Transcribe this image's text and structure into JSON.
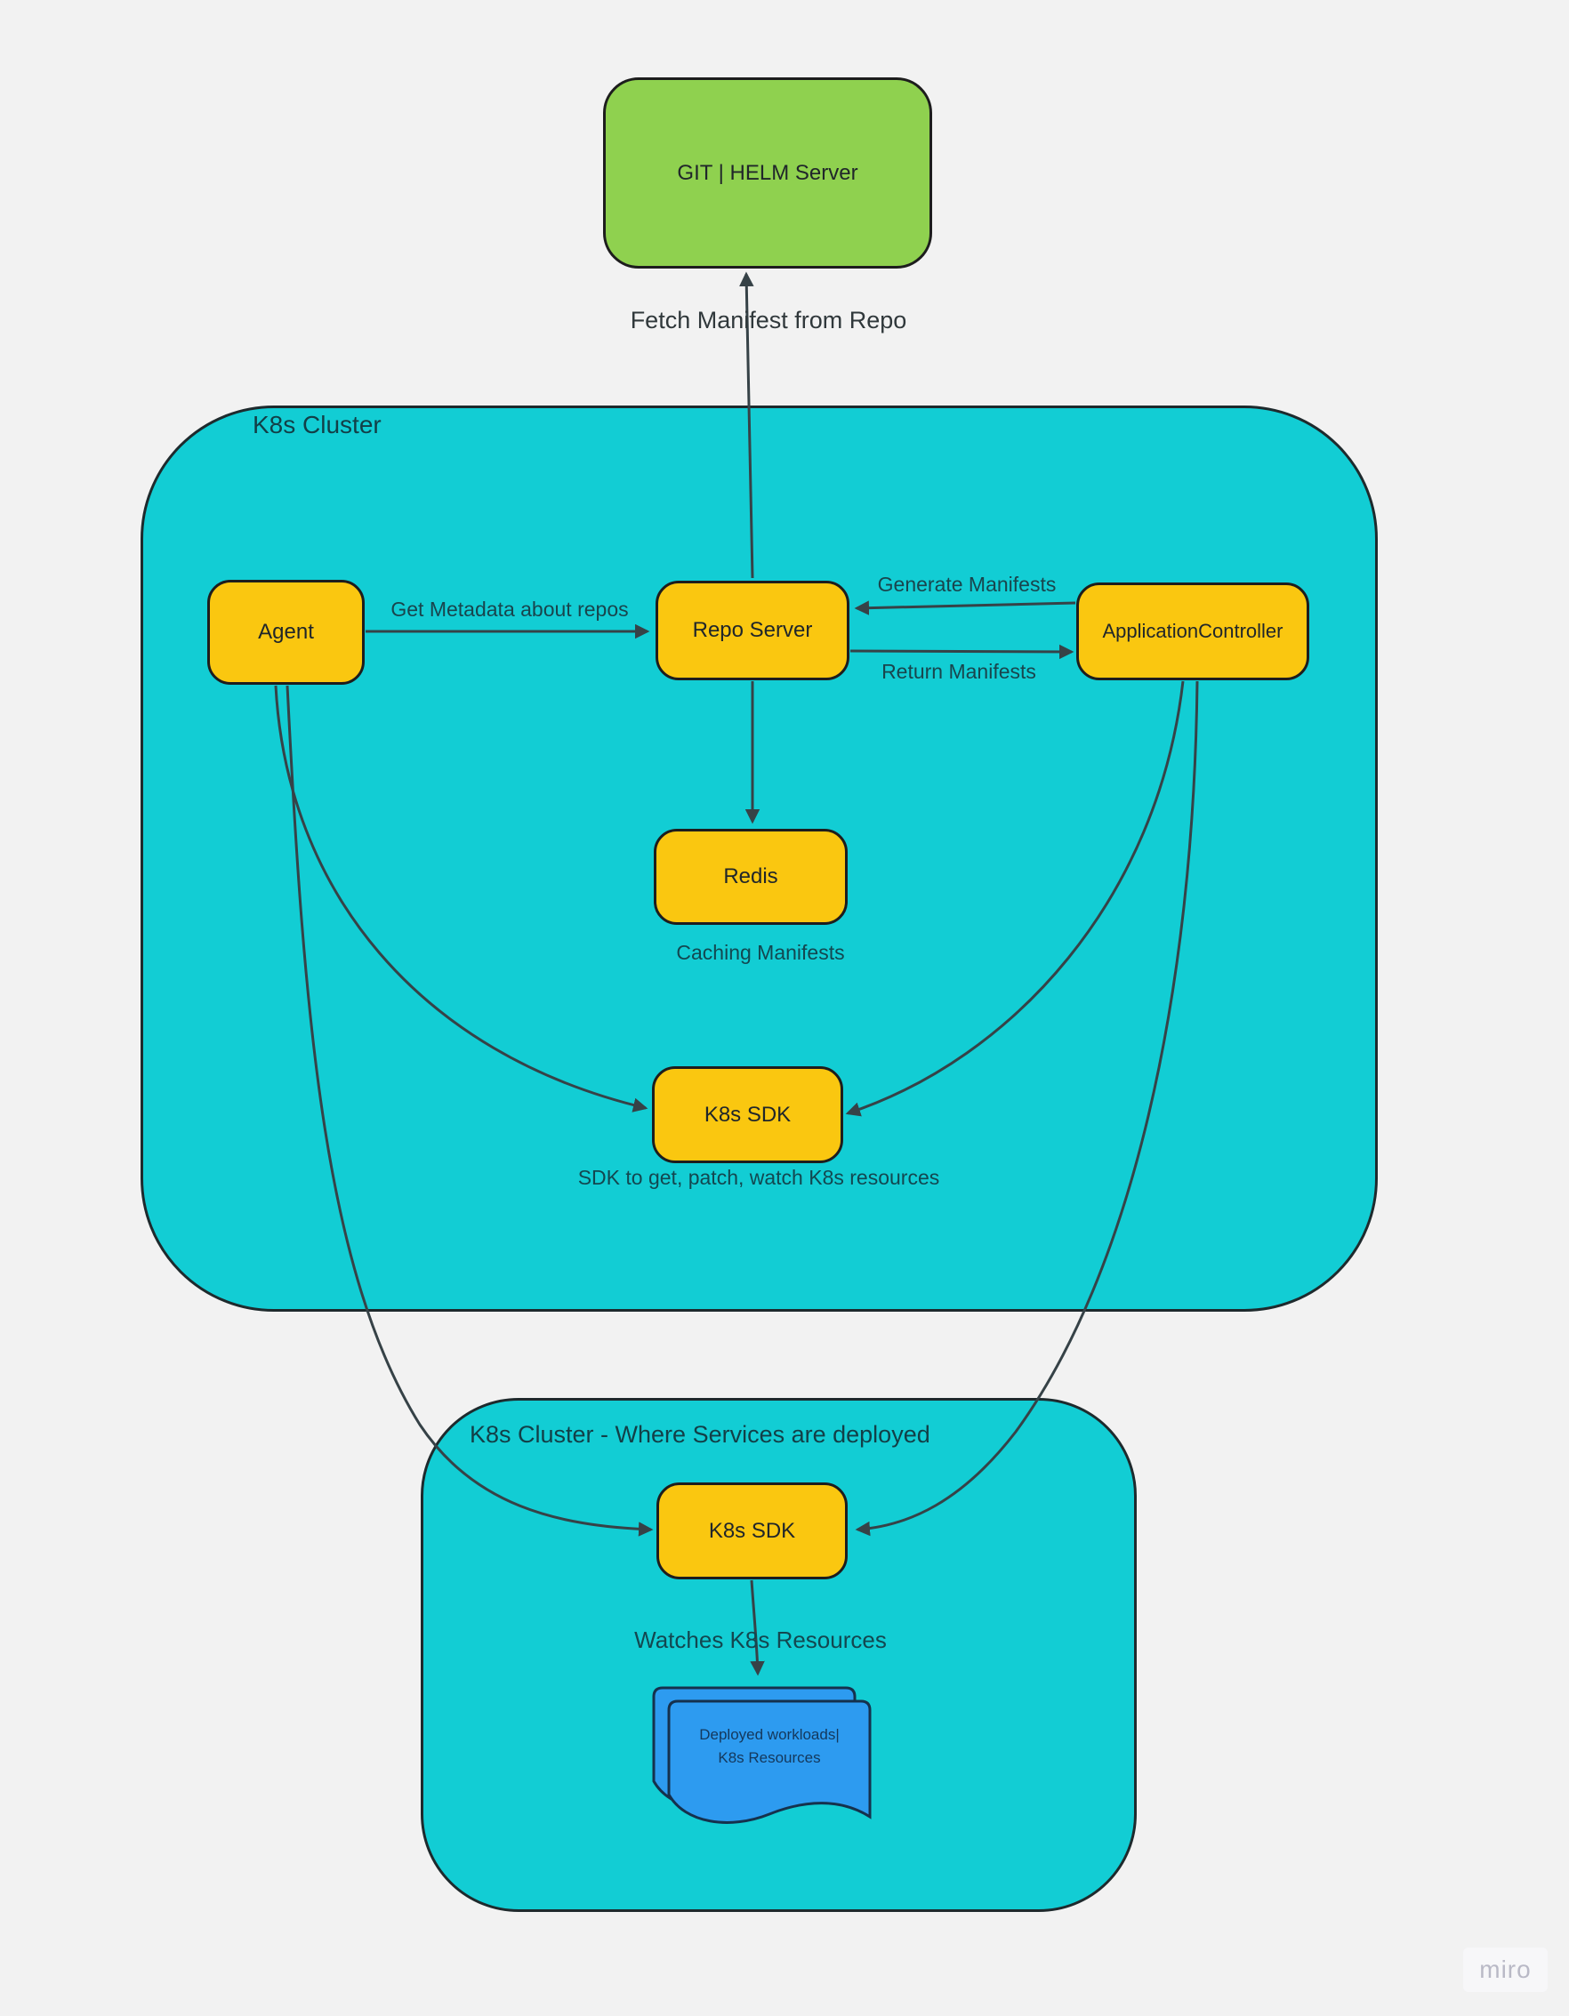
{
  "diagram": {
    "watermark": "miro",
    "colors": {
      "background": "#F2F2F2",
      "cluster_fill": "#12CDD4",
      "node_fill": "#FAC710",
      "git_fill": "#8FD14F",
      "document_fill": "#2D9BF0",
      "stroke": "#364247"
    },
    "clusters": {
      "main": {
        "label": "K8s Cluster"
      },
      "services": {
        "label": "K8s Cluster - Where Services are deployed"
      }
    },
    "nodes": {
      "git": {
        "label": "GIT | HELM Server"
      },
      "agent": {
        "label": "Agent"
      },
      "repo_server": {
        "label": "Repo Server"
      },
      "application_controller": {
        "label": "ApplicationController"
      },
      "redis": {
        "label": "Redis"
      },
      "k8s_sdk_main": {
        "label": "K8s SDK"
      },
      "k8s_sdk_services": {
        "label": "K8s SDK"
      },
      "deployed_workloads": {
        "line1": "Deployed workloads|",
        "line2": "K8s Resources"
      }
    },
    "edge_labels": {
      "fetch_manifest": "Fetch Manifest from Repo",
      "get_metadata": "Get Metadata about repos",
      "generate_manifests": "Generate Manifests",
      "return_manifests": "Return Manifests",
      "caching_manifests": "Caching Manifests",
      "sdk_note": "SDK to get, patch, watch K8s resources",
      "watches_resources": "Watches K8s Resources"
    }
  }
}
